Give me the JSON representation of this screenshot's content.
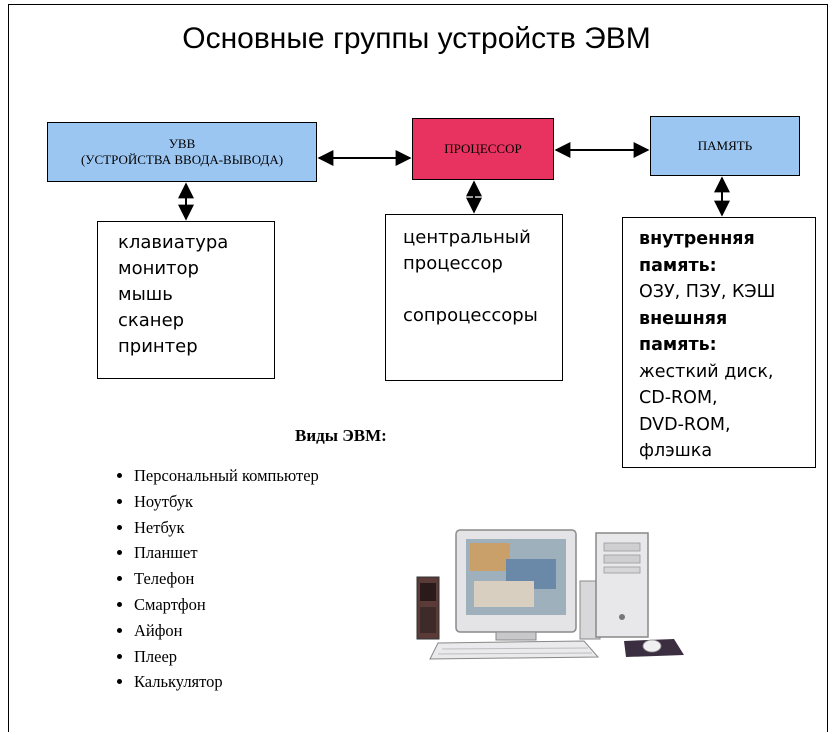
{
  "title": "Основные группы устройств ЭВМ",
  "blocks": {
    "io": {
      "label_line1": "УВВ",
      "label_line2": "(УСТРОЙСТВА ВВОДА-ВЫВОДА)",
      "color": "#9cc6f2"
    },
    "processor": {
      "label": "ПРОЦЕССОР",
      "color": "#e8325f"
    },
    "memory": {
      "label": "ПАМЯТЬ",
      "color": "#9cc6f2"
    }
  },
  "io_devices": [
    "клавиатура",
    "монитор",
    "мышь",
    "сканер",
    "принтер"
  ],
  "cpu_items": {
    "line1": "центральный",
    "line2": "процессор",
    "line3": "сопроцессоры"
  },
  "memory_items": {
    "internal_heading_1": "внутренняя",
    "internal_heading_2": "память:",
    "internal_value": "ОЗУ, ПЗУ, КЭШ",
    "external_heading_1": "внешняя",
    "external_heading_2": "память:",
    "external_values": [
      "жесткий диск,",
      "CD-ROM,",
      "DVD-ROM,",
      "флэшка"
    ]
  },
  "computer_types": {
    "heading": "Виды ЭВМ:",
    "items": [
      "Персональный компьютер",
      "Ноутбук",
      "Нетбук",
      "Планшет",
      "Телефон",
      "Смартфон",
      "Айфон",
      "Плеер",
      "Калькулятор"
    ]
  },
  "illustration": {
    "icon": "desktop-computer-icon"
  }
}
